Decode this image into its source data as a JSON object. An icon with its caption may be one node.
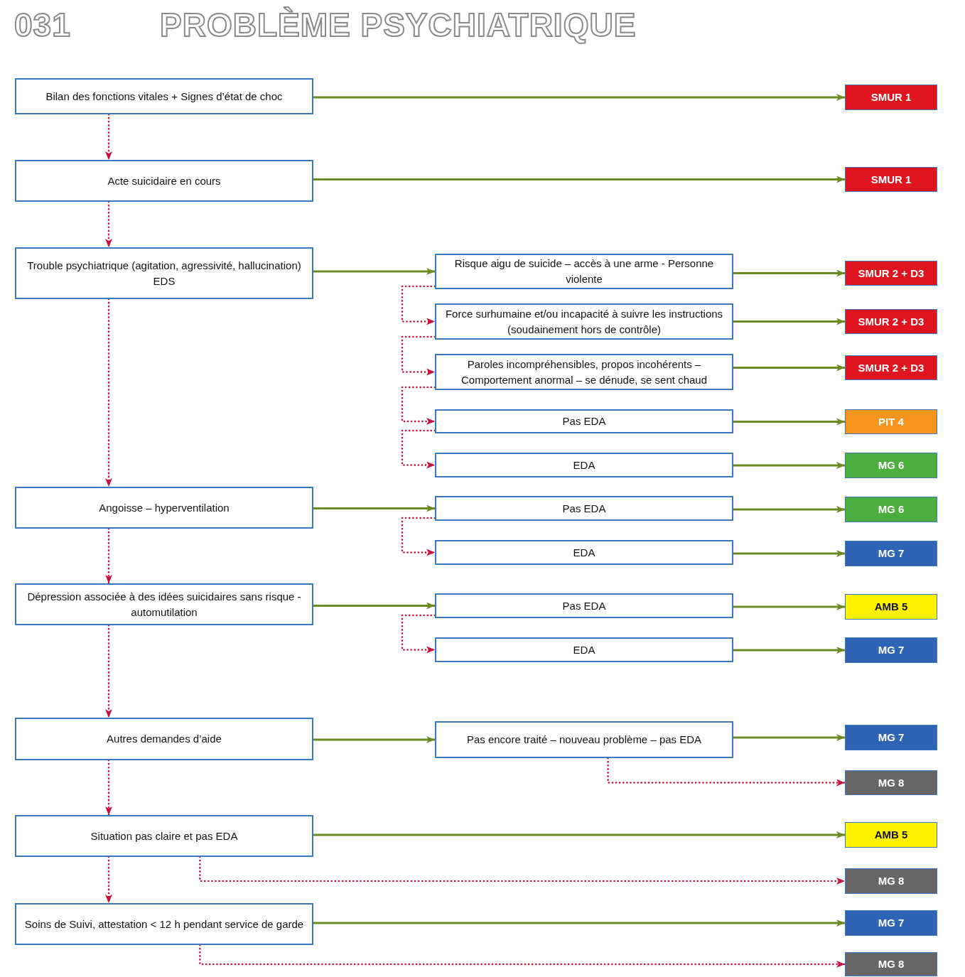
{
  "diagram": {
    "title": "PROBLÈME PSYCHIATRIQUE",
    "labels": [
      "031"
    ],
    "nodes": [
      {
        "text": [
          "Bilan des fonctions vitales + Signes d’état de choc"
        ]
      },
      {
        "text": [
          "SMUR 1"
        ]
      },
      {
        "text": [
          "Acte suicidaire en cours"
        ]
      },
      {
        "text": [
          "SMUR 1"
        ]
      },
      {
        "text": [
          "Trouble psychiatrique (agitation, agressivité, hallucination)",
          "EDS"
        ]
      },
      {
        "text": [
          "Risque aigu de suicide – accès à une arme - Personne violente"
        ]
      },
      {
        "text": [
          "SMUR 2 + D3"
        ]
      },
      {
        "text": [
          "Force surhumaine et/ou incapacité à suivre les instructions (soudainement hors de contrôle)"
        ]
      },
      {
        "text": [
          "SMUR 2 + D3"
        ]
      },
      {
        "text": [
          "Paroles incompréhensibles, propos incohérents – Comportement anormal – se dénude, se sent chaud"
        ]
      },
      {
        "text": [
          "SMUR 2 + D3"
        ]
      },
      {
        "text": [
          "Pas EDA"
        ]
      },
      {
        "text": [
          "PIT 4"
        ]
      },
      {
        "text": [
          "EDA"
        ]
      },
      {
        "text": [
          "MG 6"
        ]
      },
      {
        "text": [
          "Angoisse – hyperventilation"
        ]
      },
      {
        "text": [
          "Pas EDA"
        ]
      },
      {
        "text": [
          "MG 6"
        ]
      },
      {
        "text": [
          "EDA"
        ]
      },
      {
        "text": [
          "MG 7"
        ]
      },
      {
        "text": [
          "Dépression associée à des idées suicidaires sans risque - automutilation"
        ]
      },
      {
        "text": [
          "Pas EDA"
        ]
      },
      {
        "text": [
          "AMB 5"
        ]
      },
      {
        "text": [
          "EDA"
        ]
      },
      {
        "text": [
          "MG 7"
        ]
      },
      {
        "text": [
          "Autres demandes d’aide"
        ]
      },
      {
        "text": [
          "Pas encore traité – nouveau problème – pas EDA"
        ]
      },
      {
        "text": [
          "MG 7"
        ]
      },
      {
        "text": [
          "MG 8"
        ]
      },
      {
        "text": [
          "Situation pas claire et pas EDA"
        ]
      },
      {
        "text": [
          "AMB 5"
        ]
      },
      {
        "text": [
          "MG 8"
        ]
      },
      {
        "text": [
          "Soins de Suivi, attestation < 12 h pendant service de garde"
        ]
      },
      {
        "text": [
          "MG 7"
        ]
      },
      {
        "text": [
          "MG 8"
        ]
      }
    ],
    "edges": [
      {
        "from": 0,
        "to": 1,
        "arrow": "to"
      },
      {
        "from": 0,
        "to": 2,
        "arrow": "to",
        "style": "dashed",
        "color": "#c8103c"
      },
      {
        "from": 2,
        "to": 3,
        "arrow": "to"
      },
      {
        "from": 2,
        "to": 4,
        "arrow": "to",
        "style": "dashed",
        "color": "#c8103c"
      },
      {
        "from": 4,
        "to": 5,
        "arrow": "to"
      },
      {
        "from": 5,
        "to": 6,
        "arrow": "to"
      },
      {
        "from": 5,
        "to": 7,
        "arrow": "to",
        "style": "dashed",
        "color": "#c8103c"
      },
      {
        "from": 7,
        "to": 8,
        "arrow": "to"
      },
      {
        "from": 7,
        "to": 9,
        "arrow": "to",
        "style": "dashed",
        "color": "#c8103c"
      },
      {
        "from": 9,
        "to": 10,
        "arrow": "to"
      },
      {
        "from": 9,
        "to": 11,
        "arrow": "to",
        "style": "dashed",
        "color": "#c8103c"
      },
      {
        "from": 11,
        "to": 12,
        "arrow": "to"
      },
      {
        "from": 11,
        "to": 13,
        "arrow": "to",
        "style": "dashed",
        "color": "#c8103c"
      },
      {
        "from": 13,
        "to": 14,
        "arrow": "to"
      },
      {
        "from": 4,
        "to": 15,
        "arrow": "to",
        "style": "dashed",
        "color": "#c8103c"
      },
      {
        "from": 15,
        "to": 16,
        "arrow": "to"
      },
      {
        "from": 16,
        "to": 17,
        "arrow": "to"
      },
      {
        "from": 16,
        "to": 18,
        "arrow": "to",
        "style": "dashed",
        "color": "#c8103c"
      },
      {
        "from": 18,
        "to": 19,
        "arrow": "to"
      },
      {
        "from": 15,
        "to": 20,
        "arrow": "to",
        "style": "dashed",
        "color": "#c8103c"
      },
      {
        "from": 20,
        "to": 21,
        "arrow": "to"
      },
      {
        "from": 21,
        "to": 22,
        "arrow": "to"
      },
      {
        "from": 21,
        "to": 23,
        "arrow": "to",
        "style": "dashed",
        "color": "#c8103c"
      },
      {
        "from": 23,
        "to": 24,
        "arrow": "to"
      },
      {
        "from": 20,
        "to": 25,
        "arrow": "to",
        "style": "dashed",
        "color": "#c8103c"
      },
      {
        "from": 25,
        "to": 26,
        "arrow": "to"
      },
      {
        "from": 26,
        "to": 27,
        "arrow": "to"
      },
      {
        "from": 26,
        "to": 28,
        "arrow": "to",
        "style": "dashed",
        "color": "#c8103c"
      },
      {
        "from": 25,
        "to": 29,
        "arrow": "to",
        "style": "dashed",
        "color": "#c8103c"
      },
      {
        "from": 29,
        "to": 30,
        "arrow": "to"
      },
      {
        "from": 29,
        "to": 31,
        "arrow": "to",
        "style": "dashed",
        "color": "#c8103c"
      },
      {
        "from": 29,
        "to": 32,
        "arrow": "to",
        "style": "dashed",
        "color": "#c8103c"
      },
      {
        "from": 32,
        "to": 33,
        "arrow": "to"
      },
      {
        "from": 32,
        "to": 34,
        "arrow": "to",
        "style": "dashed",
        "color": "#c8103c"
      }
    ]
  }
}
